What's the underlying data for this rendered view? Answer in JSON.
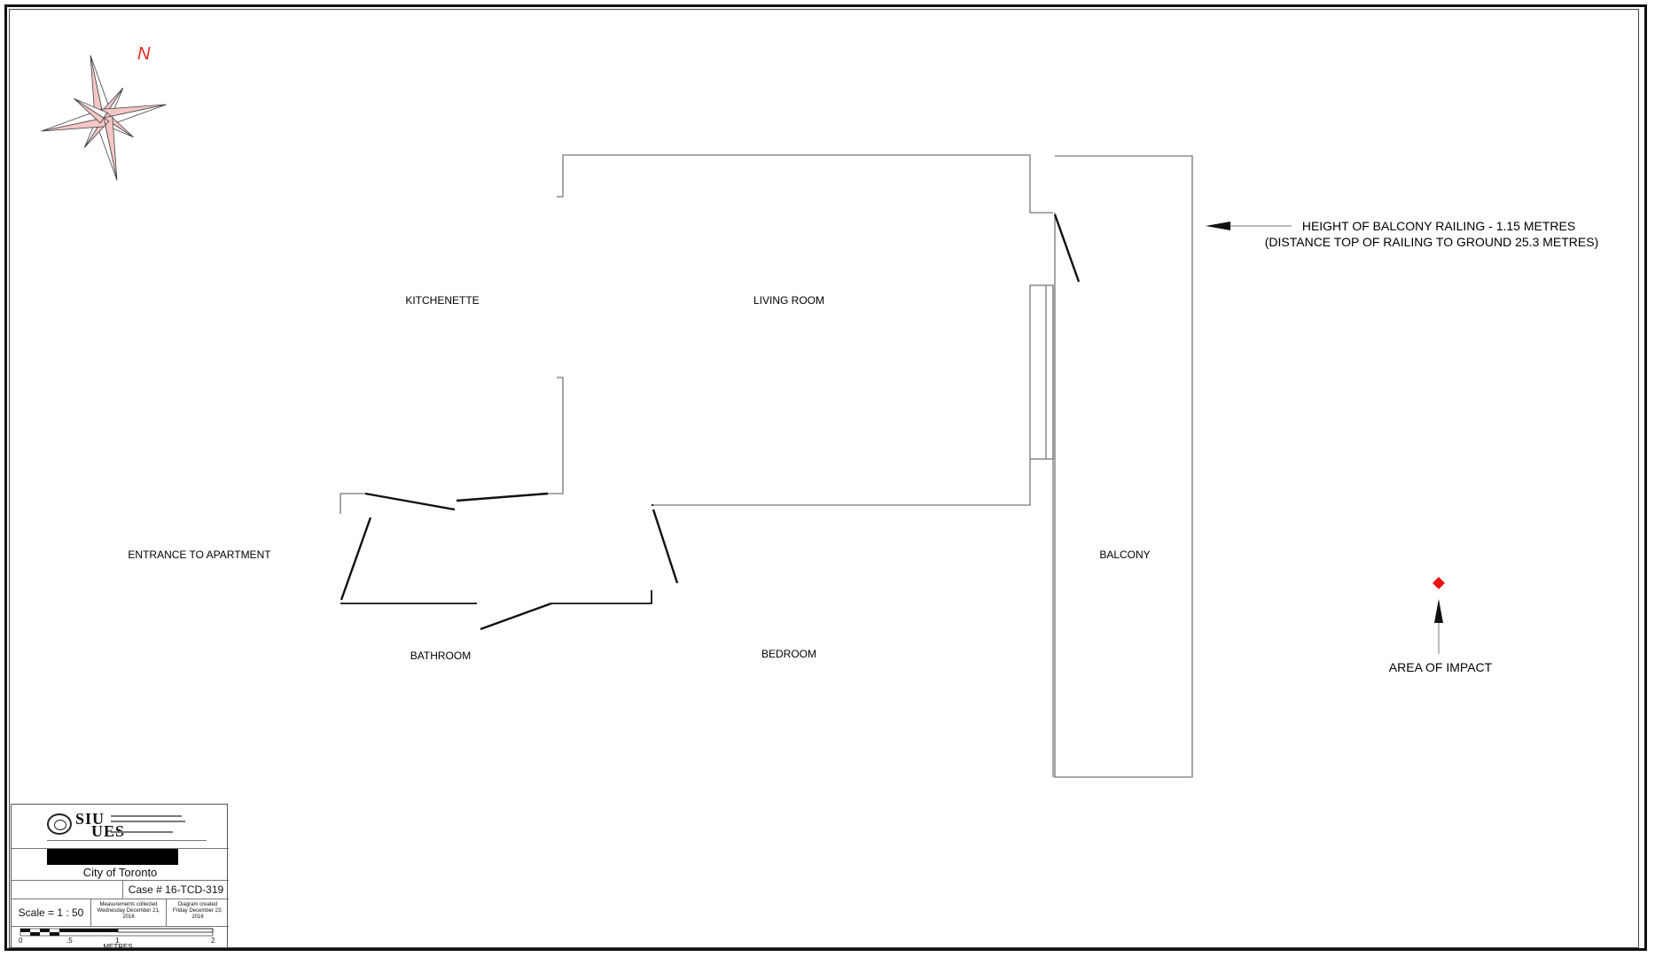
{
  "compass": {
    "north_label": "N"
  },
  "rooms": {
    "kitchenette": "KITCHENETTE",
    "living_room": "LIVING ROOM",
    "entrance": "ENTRANCE TO APARTMENT",
    "bathroom": "BATHROOM",
    "bedroom": "BEDROOM",
    "balcony": "BALCONY"
  },
  "notes": {
    "railing_line1": "HEIGHT OF BALCONY RAILING - 1.15 METRES",
    "railing_line2": "(DISTANCE TOP OF RAILING TO GROUND 25.3 METRES)",
    "impact": "AREA OF IMPACT"
  },
  "colors": {
    "compass_fill": "#f4c6c6",
    "compass_stroke": "#444444",
    "north_color": "#e8231c",
    "impact_marker": "#ee1111",
    "wall": "#777777",
    "door": "#111111"
  },
  "title_block": {
    "logo_top": "SIU",
    "logo_bottom": "UES",
    "city": "City of Toronto",
    "case": "Case # 16-TCD-319",
    "scale": "Scale = 1 : 50",
    "measurements_line1": "Measurements collected",
    "measurements_line2": "Wednesday December 21,",
    "measurements_line3": "2016",
    "created_line1": "Diagram created",
    "created_line2": "Friday December 23,",
    "created_line3": "2016",
    "scale_ticks": [
      "0",
      ".5",
      "1",
      "2"
    ],
    "scale_units": "METRES"
  }
}
